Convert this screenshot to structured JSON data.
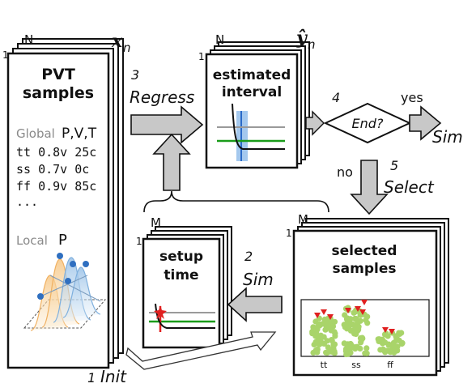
{
  "stacks": {
    "samples": {
      "title_line1": "PVT",
      "title_line2": "samples",
      "count": "N",
      "index": "1",
      "var": "x",
      "var_sub": "n"
    },
    "interval": {
      "title_line1": "estimated",
      "title_line2": "interval",
      "count": "N",
      "index": "1",
      "var": "ŷ",
      "var_sub": "n"
    },
    "setup": {
      "title_line1": "setup",
      "title_line2": "time",
      "count": "M",
      "index": "1"
    },
    "selected": {
      "title_line1": "selected",
      "title_line2": "samples",
      "count": "M",
      "index": "1"
    }
  },
  "global": {
    "label": "Global",
    "vars": "P,V,T",
    "rows": [
      "tt 0.8v 25c",
      "ss 0.7v  0c",
      "ff 0.9v 85c",
      "..."
    ]
  },
  "local": {
    "label": "Local",
    "vars": "P"
  },
  "steps": {
    "regress_num": "3",
    "regress": "Regress",
    "end_num": "4",
    "end": "End?",
    "yes": "yes",
    "sim_final": "Sim",
    "no": "no",
    "select_num": "5",
    "select": "Select",
    "sim_num": "2",
    "sim": "Sim",
    "init_num": "1",
    "init": "Init"
  },
  "corners": [
    "tt",
    "ss",
    "ff"
  ],
  "colors": {
    "arrow_fill": "#c8c8c8",
    "green_line": "#1a9c1a",
    "gray_line": "#9a9a9a",
    "blue_band": "#5a9be0",
    "red_marker": "#e02020",
    "dot_green": "#a9d46a",
    "dist_blue": "#2f6fc0",
    "dist_orange": "#f4c37a"
  }
}
